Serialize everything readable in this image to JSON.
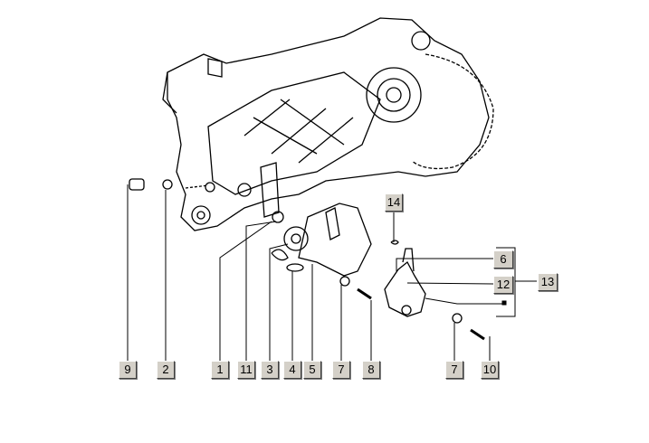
{
  "diagram": {
    "callouts": [
      "9",
      "2",
      "1",
      "11",
      "3",
      "4",
      "5",
      "7",
      "8",
      "7",
      "10",
      "14",
      "6",
      "12",
      "13"
    ]
  }
}
